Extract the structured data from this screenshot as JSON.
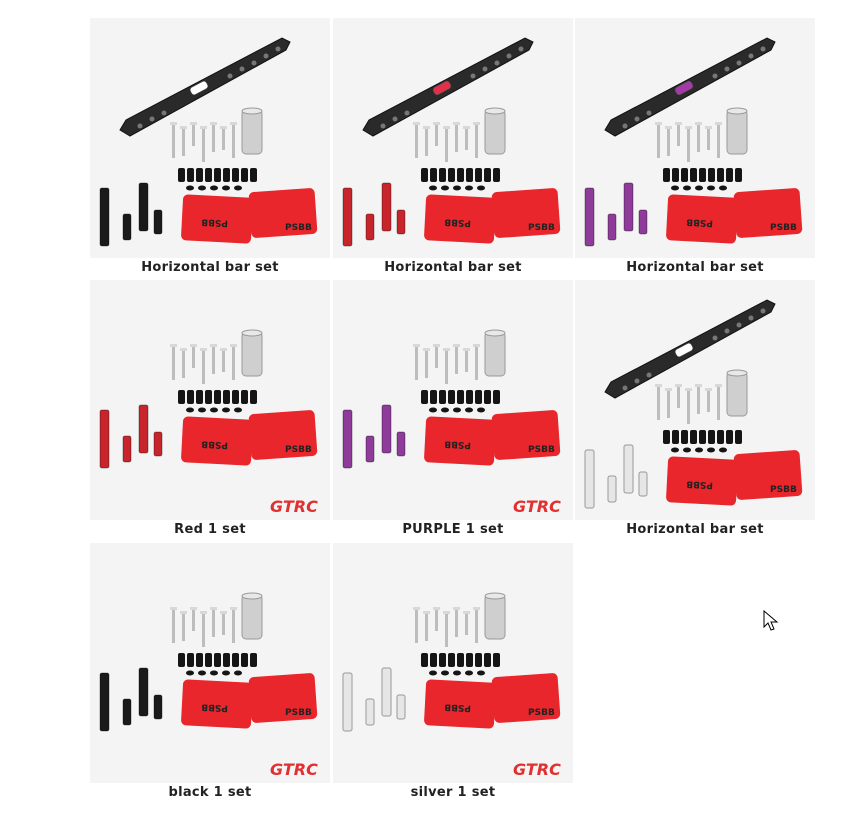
{
  "products": [
    {
      "caption": "Horizontal bar set",
      "color": "#1a1a1a",
      "bar": true,
      "logo": false,
      "badge": "#ffffff"
    },
    {
      "caption": "Horizontal bar set",
      "color": "#c8242c",
      "bar": true,
      "logo": false,
      "badge": "#e0304a"
    },
    {
      "caption": "Horizontal bar set",
      "color": "#8e3b9a",
      "bar": true,
      "logo": false,
      "badge": "#a43aa6"
    },
    {
      "caption": "Red 1 set",
      "color": "#c8242c",
      "bar": false,
      "logo": true,
      "badge": ""
    },
    {
      "caption": "PURPLE 1 set",
      "color": "#8e3b9a",
      "bar": false,
      "logo": true,
      "badge": ""
    },
    {
      "caption": "Horizontal bar set",
      "color": "#e6e6e6",
      "bar": true,
      "logo": false,
      "badge": "#ffffff"
    },
    {
      "caption": "black 1 set",
      "color": "#1a1a1a",
      "bar": false,
      "logo": true,
      "badge": ""
    },
    {
      "caption": "silver 1 set",
      "color": "#e6e6e6",
      "bar": false,
      "logo": true,
      "badge": ""
    }
  ],
  "logo_text": "GTRC",
  "pad_text": "PSBB",
  "accent": "#e03030",
  "pad_color": "#e8262b"
}
